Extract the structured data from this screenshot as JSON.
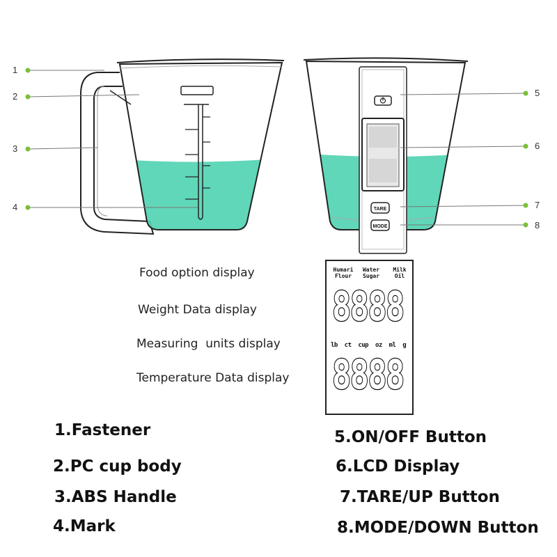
{
  "callouts": [
    "1",
    "2",
    "3",
    "4",
    "5",
    "6",
    "7",
    "8"
  ],
  "cup_button_labels": {
    "tare": "TARE",
    "mode": "MODE"
  },
  "lcd_labels": {
    "food": "Food option display",
    "weight": "Weight Data display",
    "units": "Measuring  units display",
    "temperature": "Temperature Data display"
  },
  "lcd": {
    "food_options": [
      {
        "line1": "Humari",
        "line2": "Flour"
      },
      {
        "line1": "Water",
        "line2": "Sugar"
      },
      {
        "line1": "Milk",
        "line2": "Oil"
      }
    ],
    "weight_digits": "8888",
    "units": "lb  ct  cup  oz  ml  g",
    "temperature_digits": "8888"
  },
  "legend": [
    "1.Fastener",
    "2.PC cup body",
    "3.ABS Handle",
    "4.Mark",
    "5.ON/OFF Button",
    "6.LCD Display",
    "7.TARE/UP Button",
    "8.MODE/DOWN Button"
  ],
  "colors": {
    "liquid": "#4fd3b0",
    "dot": "#7bbf3a",
    "outline": "#222222"
  }
}
